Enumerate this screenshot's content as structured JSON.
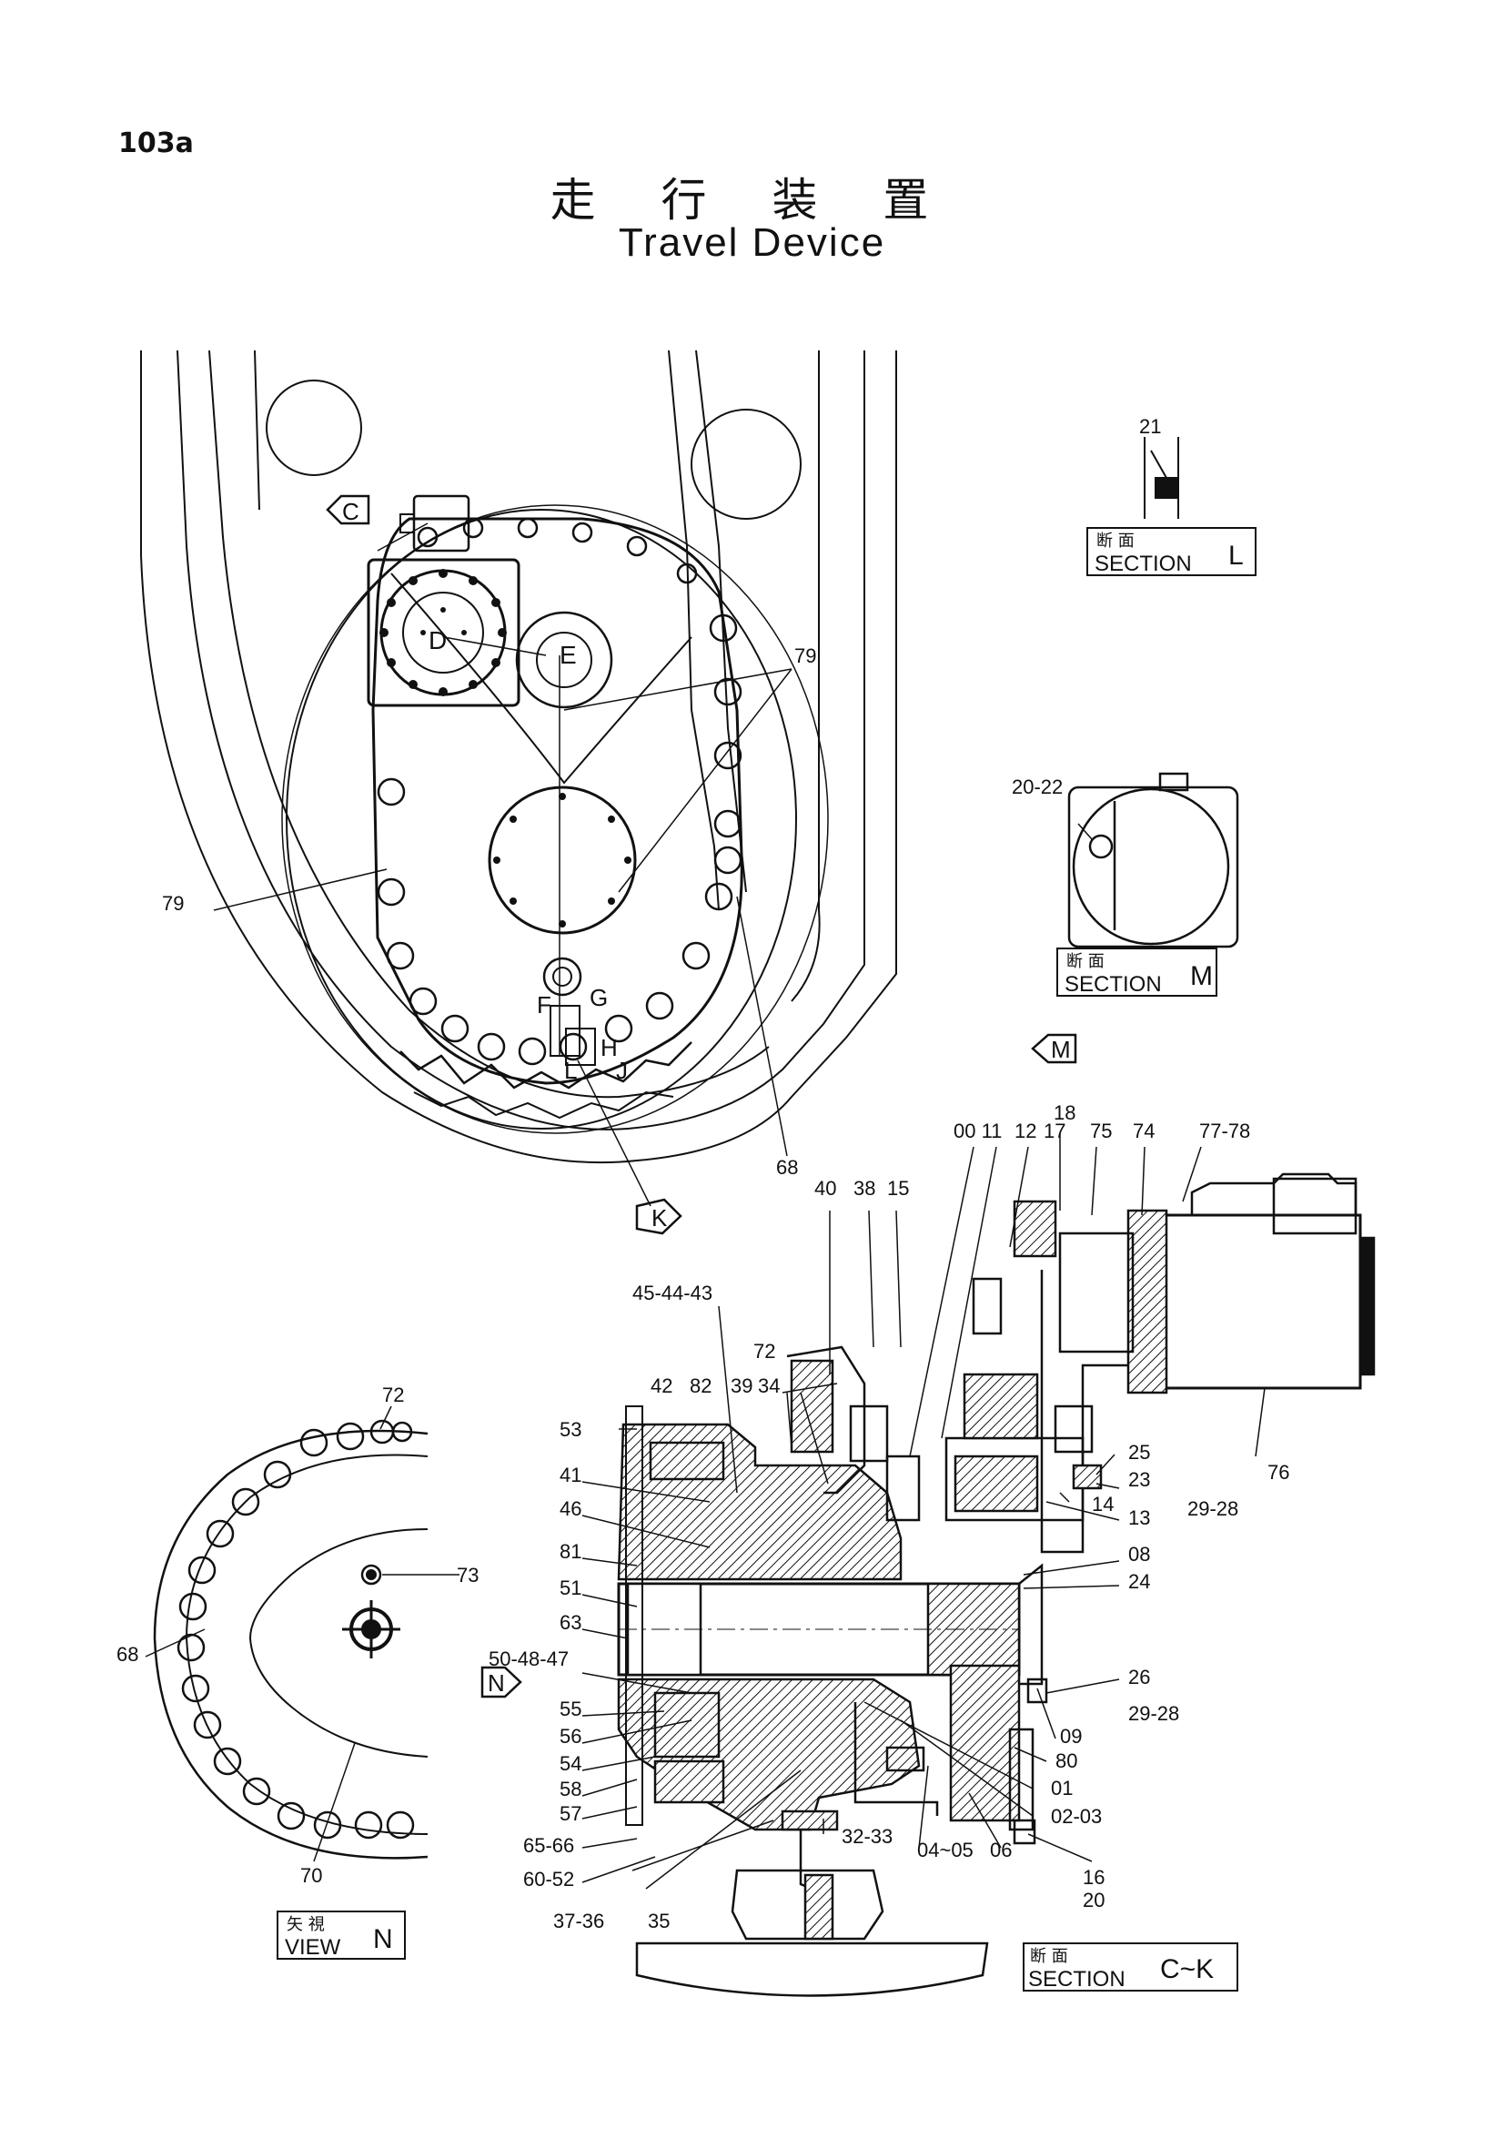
{
  "page": {
    "number": "103a"
  },
  "title": {
    "japanese": "走 行 装 置",
    "english": "Travel Device"
  },
  "markers": [
    "C",
    "D",
    "E",
    "F",
    "G",
    "H",
    "J",
    "L",
    "K",
    "M",
    "N"
  ],
  "section_boxes": {
    "L": {
      "jp": "断 面",
      "en": "SECTION",
      "id": "L"
    },
    "M": {
      "jp": "断 面",
      "en": "SECTION",
      "id": "M"
    },
    "N": {
      "jp": "矢 視",
      "en": "VIEW",
      "id": "N"
    },
    "CK": {
      "jp": "断 面",
      "en": "SECTION",
      "id": "C~K"
    }
  },
  "callouts": {
    "c21": "21",
    "c79a": "79",
    "c79b": "79",
    "c20_22": "20-22",
    "c68a": "68",
    "c18": "18",
    "c00_11": "00 11",
    "c12": "12",
    "c17": "17",
    "c75": "75",
    "c74": "74",
    "c77_78": "77-78",
    "c40": "40",
    "c38": "38",
    "c15": "15",
    "c45_44_43": "45-44-43",
    "c72a": "72",
    "c42": "42",
    "c82": "82",
    "c39": "39",
    "c34": "34",
    "c53": "53",
    "c41": "41",
    "c46": "46",
    "c81": "81",
    "c51": "51",
    "c63": "63",
    "c50_48_47": "50-48-47",
    "c55": "55",
    "c56": "56",
    "c54": "54",
    "c58": "58",
    "c57": "57",
    "c65_66": "65-66",
    "c60_52": "60-52",
    "c37_36": "37-36",
    "c35": "35",
    "c32_33": "32-33",
    "c04_05": "04~05",
    "c06": "06",
    "c02_03": "02-03",
    "c01": "01",
    "c80": "80",
    "c09": "09",
    "c29_28a": "29-28",
    "c26": "26",
    "c24": "24",
    "c08": "08",
    "c13": "13",
    "c14": "14",
    "c29_28b": "29-28",
    "c23": "23",
    "c25": "25",
    "c76": "76",
    "c16": "16",
    "c20": "20",
    "c72b": "72",
    "c73": "73",
    "c68b": "68",
    "c70": "70"
  }
}
